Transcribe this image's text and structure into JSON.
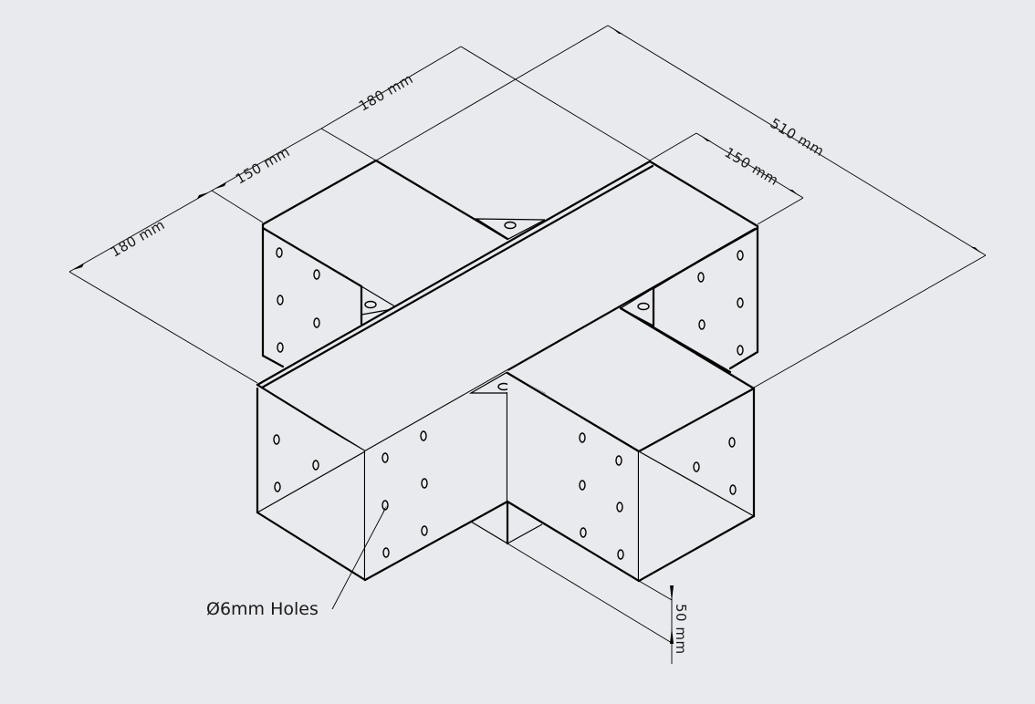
{
  "drawing": {
    "type": "isometric technical drawing",
    "subject": "cross-shaped (4-way) post connector bracket",
    "background_color": "#e9eaee",
    "line_color": "#000000"
  },
  "dimensions": {
    "left_arm_length": "180 mm",
    "left_arm_width": "150 mm",
    "upper_arm_length": "180 mm",
    "overall_length": "510 mm",
    "right_arm_width": "150 mm",
    "height": "50 mm"
  },
  "annotations": {
    "holes_callout": "Ø6mm Holes"
  }
}
